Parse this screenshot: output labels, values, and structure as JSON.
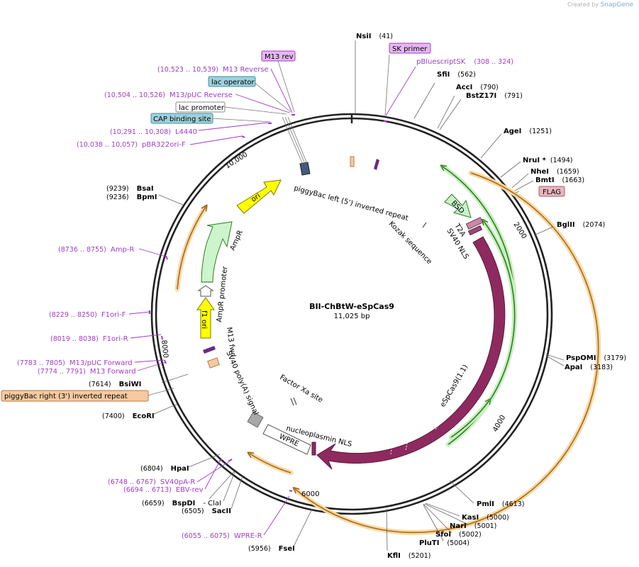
{
  "credit": {
    "prefix": "Created by",
    "brand": "SnapGene"
  },
  "plasmid": {
    "name": "BII-ChBtW-eSpCas9",
    "size_label": "11,025 bp"
  },
  "boxed_labels": [
    {
      "text": "M13 rev",
      "fill": "#e4b8ef",
      "stroke": "#a03cc8"
    },
    {
      "text": "SK primer",
      "fill": "#e4b8ef",
      "stroke": "#a03cc8"
    },
    {
      "text": "lac operator",
      "fill": "#9cd2dc",
      "stroke": "#4a8d99"
    },
    {
      "text": "lac promoter",
      "fill": "#ffffff",
      "stroke": "#888888"
    },
    {
      "text": "CAP binding site",
      "fill": "#9cd2dc",
      "stroke": "#4a8d99"
    },
    {
      "text": "FLAG",
      "fill": "#e8b4bf",
      "stroke": "#a06070"
    },
    {
      "text": "piggyBac right (3') inverted repeat",
      "fill": "#f6c9a0",
      "stroke": "#b87a40"
    }
  ],
  "primers": [
    {
      "pos": "(10,523 .. 10,539)",
      "name": "M13 Reverse"
    },
    {
      "pos": "(10,504 .. 10,526)",
      "name": "M13/pUC Reverse"
    },
    {
      "pos": "(10,291 .. 10,308)",
      "name": "L4440"
    },
    {
      "pos": "(10,038 .. 10,057)",
      "name": "pBR322ori-F"
    },
    {
      "pos": "(308 .. 324)",
      "name": "pBluescriptSK"
    },
    {
      "pos": "(8736 .. 8755)",
      "name": "Amp-R"
    },
    {
      "pos": "(8229 .. 8250)",
      "name": "F1ori-F"
    },
    {
      "pos": "(8019 .. 8038)",
      "name": "F1ori-R"
    },
    {
      "pos": "(7783 .. 7805)",
      "name": "M13/pUC Forward"
    },
    {
      "pos": "(7774 .. 7791)",
      "name": "M13 Forward"
    },
    {
      "pos": "(6748 .. 6767)",
      "name": "SV40pA-R"
    },
    {
      "pos": "(6694 .. 6713)",
      "name": "EBV-rev"
    },
    {
      "pos": "(6055 .. 6075)",
      "name": "WPRE-R"
    }
  ],
  "enzymes": [
    {
      "name": "NsiI",
      "pos": "(41)"
    },
    {
      "name": "SfiI",
      "pos": "(562)"
    },
    {
      "name": "AccI",
      "pos": "(790)"
    },
    {
      "name": "BstZ17I",
      "pos": "(791)"
    },
    {
      "name": "AgeI",
      "pos": "(1251)"
    },
    {
      "name": "NruI *",
      "pos": "(1494)"
    },
    {
      "name": "NheI",
      "pos": "(1659)"
    },
    {
      "name": "BmtI",
      "pos": "(1663)"
    },
    {
      "name": "BglII",
      "pos": "(2074)"
    },
    {
      "name": "PspOMI",
      "pos": "(3179)"
    },
    {
      "name": "ApaI",
      "pos": "(3183)"
    },
    {
      "name": "PmlI",
      "pos": "(4613)"
    },
    {
      "name": "KasI",
      "pos": "(5000)"
    },
    {
      "name": "NarI",
      "pos": "(5001)"
    },
    {
      "name": "SfoI",
      "pos": "(5002)"
    },
    {
      "name": "PluTI",
      "pos": "(5004)"
    },
    {
      "name": "KflI",
      "pos": "(5201)"
    },
    {
      "name": "FseI",
      "pos": "(5956)"
    },
    {
      "name": "SacII",
      "pos": "(6505)"
    },
    {
      "name": "BspDI",
      "pos": "(6659)"
    },
    {
      "name": "ClaI",
      "pos": "- ClaI"
    },
    {
      "name": "HpaI",
      "pos": "(6804)"
    },
    {
      "name": "EcoRI",
      "pos": "(7400)"
    },
    {
      "name": "BsiWI",
      "pos": "(7614)"
    },
    {
      "name": "BpmI",
      "pos": "(9236)"
    },
    {
      "name": "BsaI",
      "pos": "(9239)"
    }
  ],
  "features": {
    "ori": "ori",
    "ampr": "AmpR",
    "ampr_promoter": "AmpR promoter",
    "f1_ori": "f1 ori",
    "m13_fwd": "M13 fwd",
    "sv40_polya": "SV40 poly(A) signal",
    "factor_xa": "Factor Xa site",
    "wpre": "WPRE",
    "nucleoplasmin_nls": "nucleoplasmin NLS",
    "espcas9": "eSpCas9(1.1)",
    "sv40_nls": "SV40 NLS",
    "t2a": "T2A",
    "bsd": "BSD",
    "kozak": "Kozak sequence",
    "pb_left": "piggyBac left (5') inverted repeat"
  },
  "ticks": [
    "2000",
    "4000",
    "6000",
    "8000",
    "10,000"
  ],
  "colors": {
    "backbone": "#222222",
    "cas9": "#8e2a5f",
    "ori": "#ffff00",
    "ampr": "#ccf5cc",
    "orf_track": "#e8a23c",
    "green_track": "#3fa82a",
    "primer": "#a03cc8",
    "grey_box": "#a8a8a8",
    "pb_box": "#f6c9a0"
  }
}
